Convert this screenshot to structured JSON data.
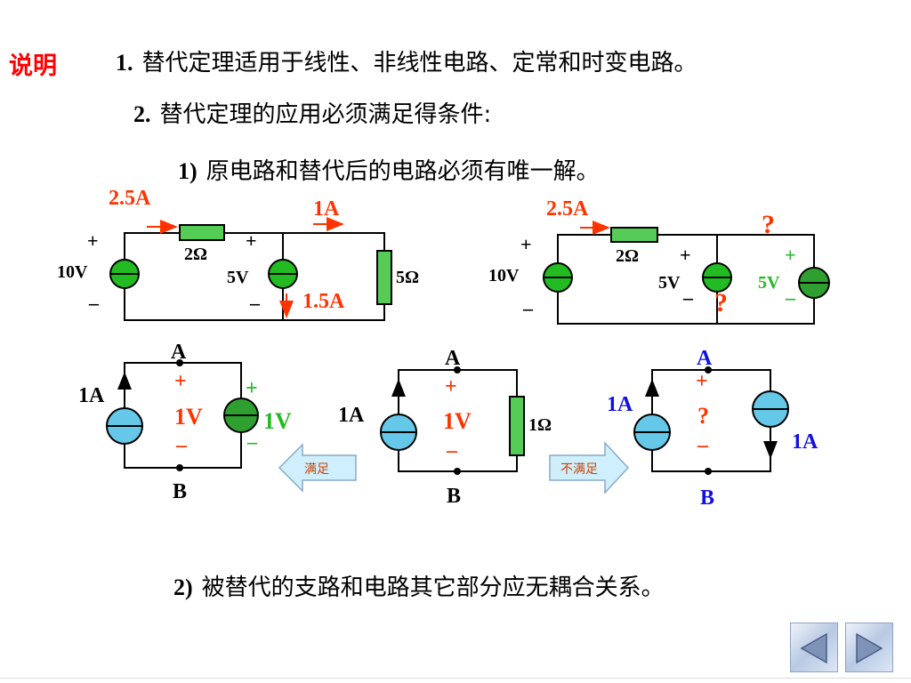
{
  "header": {
    "tag": "说明"
  },
  "items": [
    {
      "num": "1.",
      "text": "替代定理适用于线性、非线性电路、定常和时变电路。"
    },
    {
      "num": "2.",
      "text": "替代定理的应用必须满足得条件:"
    }
  ],
  "conditions": [
    {
      "num": "1)",
      "text": "原电路和替代后的电路必须有唯一解。"
    },
    {
      "num": "2)",
      "text": "被替代的支路和电路其它部分应无耦合关系。"
    }
  ],
  "circuit_top_left": {
    "i_total": "2.5A",
    "i_5v": "1A",
    "i_5ohm": "1.5A",
    "v_src": "10V",
    "r1": "2Ω",
    "v2": "5V",
    "r2": "5Ω",
    "plus": "+",
    "minus": "–"
  },
  "circuit_top_right": {
    "i_total": "2.5A",
    "question": "?",
    "v_src": "10V",
    "r1": "2Ω",
    "v2": "5V",
    "v3": "5V",
    "plus": "+",
    "minus": "–"
  },
  "circuit_bottom": {
    "node_a": "A",
    "node_b": "B",
    "current": "1A",
    "voltage": "1V",
    "resistor": "1Ω",
    "question": "?",
    "plus": "+",
    "minus": "–"
  },
  "arrows": {
    "satisfy": "满足",
    "not_satisfy": "不满足"
  },
  "colors": {
    "red": "#ff0000",
    "green_source": "#22bb22",
    "dark_green_source": "#2fa02f",
    "blue": "#1010e0",
    "cyan_source": "#66c8e8",
    "resistor_green": "#55cc55",
    "label_orange": "#ff3300",
    "arrow_fill": "#cfeffc"
  },
  "nav": {
    "prev_icon": "triangle-left-icon",
    "next_icon": "triangle-right-icon"
  }
}
